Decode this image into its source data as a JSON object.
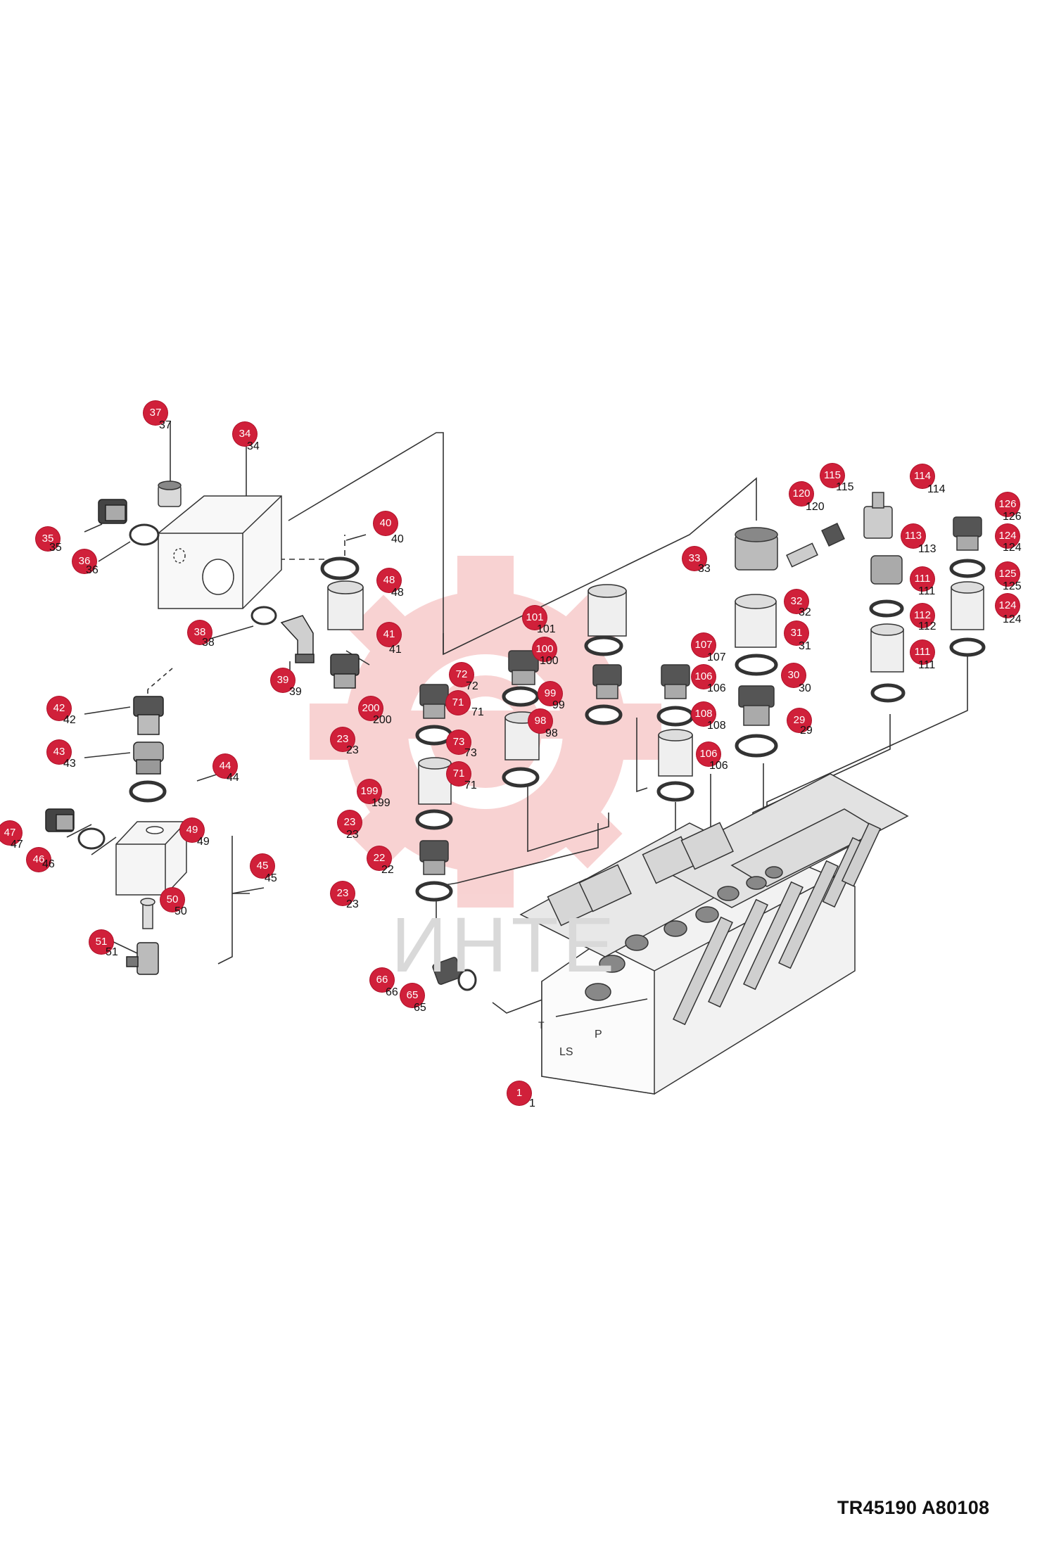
{
  "drawing_code": "TR45190 A80108",
  "watermark_text": "ИНТЕ",
  "colors": {
    "callout": "#d0203a",
    "line": "#444444",
    "watermark": "#f4b8b8"
  },
  "callouts": [
    {
      "id": "37",
      "label": "37",
      "plain": "37"
    },
    {
      "id": "34",
      "label": "34",
      "plain": "34"
    },
    {
      "id": "35",
      "label": "35",
      "plain": "35"
    },
    {
      "id": "36",
      "label": "36",
      "plain": "36"
    },
    {
      "id": "40",
      "label": "40",
      "plain": "40"
    },
    {
      "id": "48",
      "label": "48",
      "plain": "48"
    },
    {
      "id": "38",
      "label": "38",
      "plain": "38"
    },
    {
      "id": "41",
      "label": "41",
      "plain": "41"
    },
    {
      "id": "39",
      "label": "39",
      "plain": "39"
    },
    {
      "id": "42",
      "label": "42",
      "plain": "42"
    },
    {
      "id": "43",
      "label": "43",
      "plain": "43"
    },
    {
      "id": "44",
      "label": "44",
      "plain": "44"
    },
    {
      "id": "47",
      "label": "47",
      "plain": "47"
    },
    {
      "id": "46",
      "label": "46",
      "plain": "46"
    },
    {
      "id": "49",
      "label": "49",
      "plain": "49"
    },
    {
      "id": "45",
      "label": "45",
      "plain": "45"
    },
    {
      "id": "50",
      "label": "50",
      "plain": "50"
    },
    {
      "id": "51",
      "label": "51",
      "plain": "51"
    },
    {
      "id": "101",
      "label": "101",
      "plain": "101"
    },
    {
      "id": "100",
      "label": "100",
      "plain": "100"
    },
    {
      "id": "72",
      "label": "72",
      "plain": "72"
    },
    {
      "id": "71a",
      "label": "71",
      "plain": "71"
    },
    {
      "id": "99",
      "label": "99",
      "plain": "99"
    },
    {
      "id": "200",
      "label": "200",
      "plain": "200"
    },
    {
      "id": "98",
      "label": "98",
      "plain": "98"
    },
    {
      "id": "23a",
      "label": "23",
      "plain": "23"
    },
    {
      "id": "73",
      "label": "73",
      "plain": "73"
    },
    {
      "id": "71b",
      "label": "71",
      "plain": "71"
    },
    {
      "id": "199",
      "label": "199",
      "plain": "199"
    },
    {
      "id": "23b",
      "label": "23",
      "plain": "23"
    },
    {
      "id": "22",
      "label": "22",
      "plain": "22"
    },
    {
      "id": "23c",
      "label": "23",
      "plain": "23"
    },
    {
      "id": "107",
      "label": "107",
      "plain": "107"
    },
    {
      "id": "106a",
      "label": "106",
      "plain": "106"
    },
    {
      "id": "108",
      "label": "108",
      "plain": "108"
    },
    {
      "id": "106b",
      "label": "106",
      "plain": "106"
    },
    {
      "id": "33",
      "label": "33",
      "plain": "33"
    },
    {
      "id": "32",
      "label": "32",
      "plain": "32"
    },
    {
      "id": "31",
      "label": "31",
      "plain": "31"
    },
    {
      "id": "30",
      "label": "30",
      "plain": "30"
    },
    {
      "id": "29",
      "label": "29",
      "plain": "29"
    },
    {
      "id": "120",
      "label": "120",
      "plain": "120"
    },
    {
      "id": "115",
      "label": "115",
      "plain": "115"
    },
    {
      "id": "114",
      "label": "114",
      "plain": "114"
    },
    {
      "id": "113",
      "label": "113",
      "plain": "113"
    },
    {
      "id": "111a",
      "label": "111",
      "plain": "111"
    },
    {
      "id": "112",
      "label": "112",
      "plain": "112"
    },
    {
      "id": "111b",
      "label": "111",
      "plain": "111"
    },
    {
      "id": "126",
      "label": "126",
      "plain": "126"
    },
    {
      "id": "124a",
      "label": "124",
      "plain": "124"
    },
    {
      "id": "125",
      "label": "125",
      "plain": "125"
    },
    {
      "id": "124b",
      "label": "124",
      "plain": "124"
    },
    {
      "id": "66",
      "label": "66",
      "plain": "66"
    },
    {
      "id": "65",
      "label": "65",
      "plain": "65"
    },
    {
      "id": "1",
      "label": "1",
      "plain": "1"
    }
  ]
}
